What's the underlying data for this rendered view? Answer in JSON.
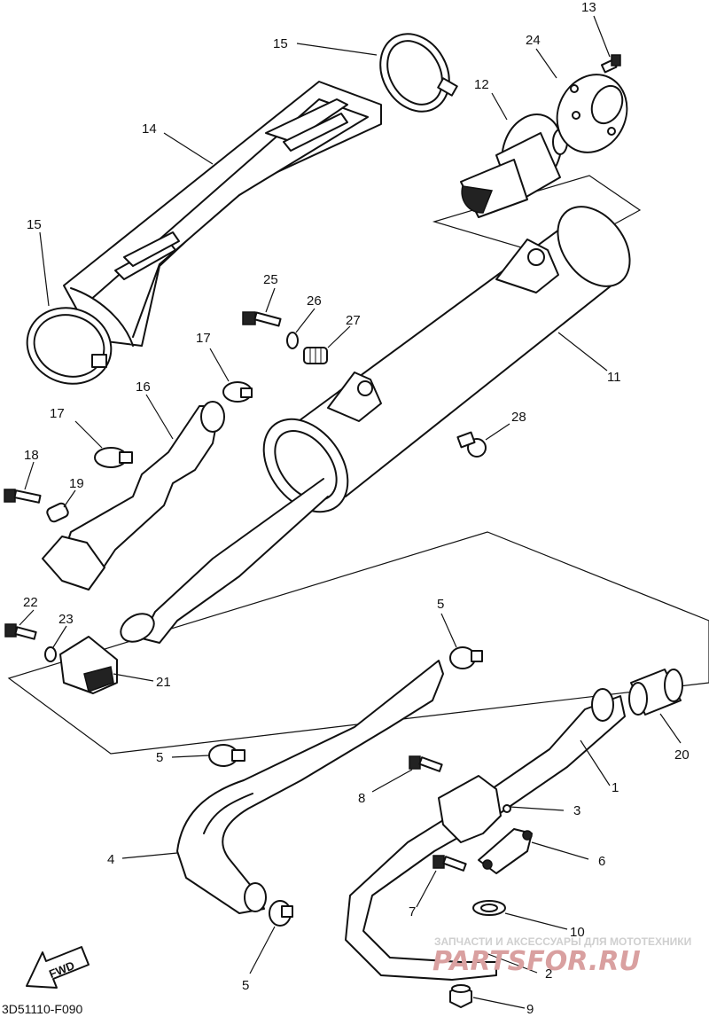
{
  "diagram": {
    "code": "3D51110-F090",
    "fwd_label": "FWD",
    "watermark": {
      "tagline": "ЗАПЧАСТИ И АКСЕССУАРЫ ДЛЯ МОТОТЕХНИКИ",
      "site": "PARTSFOR.RU"
    },
    "callouts": [
      {
        "id": "c1",
        "label": "1"
      },
      {
        "id": "c2",
        "label": "2"
      },
      {
        "id": "c3",
        "label": "3"
      },
      {
        "id": "c4",
        "label": "4"
      },
      {
        "id": "c5a",
        "label": "5"
      },
      {
        "id": "c5b",
        "label": "5"
      },
      {
        "id": "c5c",
        "label": "5"
      },
      {
        "id": "c6",
        "label": "6"
      },
      {
        "id": "c7",
        "label": "7"
      },
      {
        "id": "c8",
        "label": "8"
      },
      {
        "id": "c9",
        "label": "9"
      },
      {
        "id": "c10",
        "label": "10"
      },
      {
        "id": "c11",
        "label": "11"
      },
      {
        "id": "c12",
        "label": "12"
      },
      {
        "id": "c13",
        "label": "13"
      },
      {
        "id": "c14",
        "label": "14"
      },
      {
        "id": "c15a",
        "label": "15"
      },
      {
        "id": "c15b",
        "label": "15"
      },
      {
        "id": "c16",
        "label": "16"
      },
      {
        "id": "c17a",
        "label": "17"
      },
      {
        "id": "c17b",
        "label": "17"
      },
      {
        "id": "c18",
        "label": "18"
      },
      {
        "id": "c19",
        "label": "19"
      },
      {
        "id": "c20",
        "label": "20"
      },
      {
        "id": "c21",
        "label": "21"
      },
      {
        "id": "c22",
        "label": "22"
      },
      {
        "id": "c23",
        "label": "23"
      },
      {
        "id": "c24",
        "label": "24"
      },
      {
        "id": "c25",
        "label": "25"
      },
      {
        "id": "c26",
        "label": "26"
      },
      {
        "id": "c27",
        "label": "27"
      },
      {
        "id": "c28",
        "label": "28"
      }
    ]
  }
}
